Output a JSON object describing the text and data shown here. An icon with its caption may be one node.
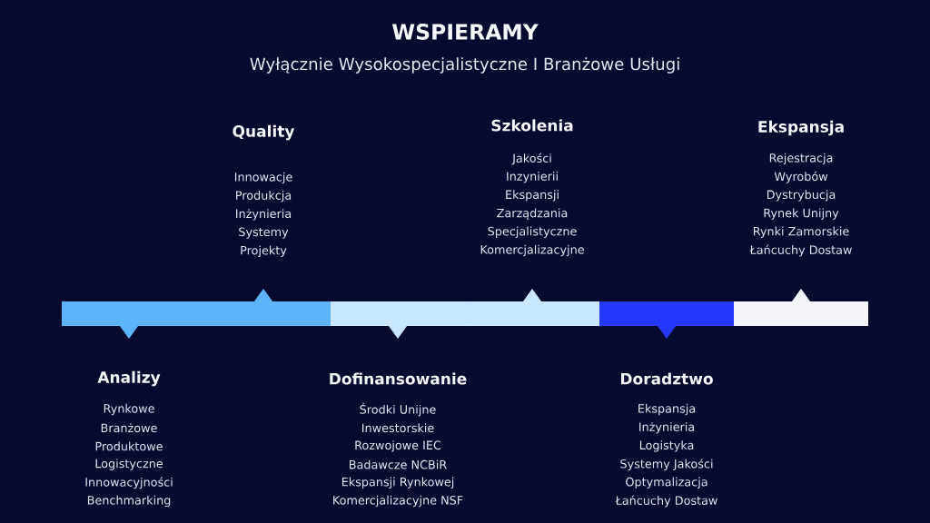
{
  "diagram": {
    "title": "WSPIERAMY",
    "nodes": [
      {
        "text": [
          "Quality",
          "Innowacje",
          "Produkcja",
          "Inżynieria",
          "Systemy",
          "Projekty"
        ]
      },
      {
        "text": [
          "Szkolenia",
          "Jakości",
          "Inzynierii",
          "Ekspansji",
          "Zarządzania",
          "Specjalistyczne",
          "Komercjalizacyjne"
        ]
      },
      {
        "text": [
          "Ekspansja",
          "Rejestracja",
          "Wyrobów",
          "Dystrybucja",
          "Rynek Unijny",
          "Rynki Zamorskie",
          "Łańcuchy Dostaw"
        ]
      },
      {
        "text": [],
        "shape": "bar"
      },
      {
        "text": [],
        "shape": "bar"
      },
      {
        "text": [],
        "shape": "bar"
      },
      {
        "text": [],
        "shape": "bar"
      },
      {
        "text": [],
        "shape": "bar"
      },
      {
        "text": [],
        "shape": "bar"
      },
      {
        "text": [
          "Analizy",
          "Rynkowe",
          "Branżowe",
          "Produktowe",
          "Logistyczne",
          "Innowacyjności",
          "Benchmarking"
        ]
      },
      {
        "text": [
          "Dofinansowanie",
          "Środki Unijne",
          "Inwestorskie",
          "Rozwojowe IEC",
          "Badawcze NCBiR",
          "Ekspansji Rynkowej",
          "Komercjalizacyjne NSF"
        ]
      },
      {
        "text": [
          "Doradztwo",
          "Ekspansja",
          "Inżynieria",
          "Logistyka",
          "Systemy Jakości",
          "Optymalizacja",
          "Łańcuchy Dostaw"
        ]
      }
    ],
    "edges": [
      {
        "from": 3,
        "to": 9,
        "arrow": "to",
        "color": "#5EB4F8"
      },
      {
        "from": 4,
        "to": 0,
        "arrow": "to",
        "color": "#5EB4F8"
      },
      {
        "from": 5,
        "to": 10,
        "arrow": "to",
        "color": "#C8E6FF"
      },
      {
        "from": 6,
        "to": 1,
        "arrow": "to",
        "color": "#C8E6FF"
      },
      {
        "from": 7,
        "to": 11,
        "arrow": "to",
        "color": "#2438FF"
      },
      {
        "from": 8,
        "to": 2,
        "arrow": "to",
        "color": "#F3F5FA"
      }
    ],
    "labels": [
      "Wyłącznie Wysokospecjalistyczne I Branżowe Usługi"
    ]
  }
}
